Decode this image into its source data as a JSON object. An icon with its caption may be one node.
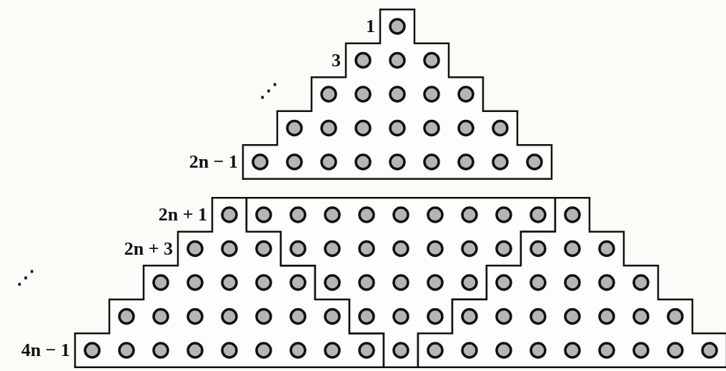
{
  "diagram": {
    "labels": [
      "1",
      "3",
      "⋰",
      "2n − 1",
      "2n + 1",
      "2n + 3",
      "⋰",
      "4n − 1"
    ]
  }
}
